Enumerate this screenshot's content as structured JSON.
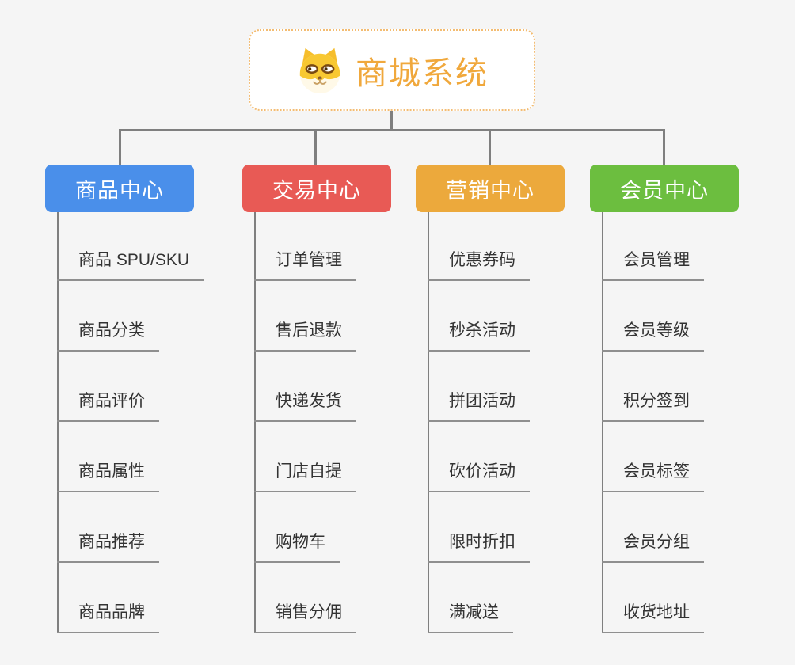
{
  "root": {
    "title": "商城系统",
    "icon": "shiba-dog-icon",
    "text_color": "#F0A83C",
    "border_color": "#F3BC72"
  },
  "colors": {
    "background": "#F5F5F5",
    "connector": "#7F7F7F",
    "child_underline": "#8F8F8F",
    "child_text": "#333333"
  },
  "branches": [
    {
      "label": "商品中心",
      "color": "#4A8FEA",
      "children": [
        "商品 SPU/SKU",
        "商品分类",
        "商品评价",
        "商品属性",
        "商品推荐",
        "商品品牌"
      ]
    },
    {
      "label": "交易中心",
      "color": "#E85A55",
      "children": [
        "订单管理",
        "售后退款",
        "快递发货",
        "门店自提",
        "购物车",
        "销售分佣"
      ]
    },
    {
      "label": "营销中心",
      "color": "#ECA93C",
      "children": [
        "优惠券码",
        "秒杀活动",
        "拼团活动",
        "砍价活动",
        "限时折扣",
        "满减送"
      ]
    },
    {
      "label": "会员中心",
      "color": "#6CBE3F",
      "children": [
        "会员管理",
        "会员等级",
        "积分签到",
        "会员标签",
        "会员分组",
        "收货地址"
      ]
    }
  ]
}
